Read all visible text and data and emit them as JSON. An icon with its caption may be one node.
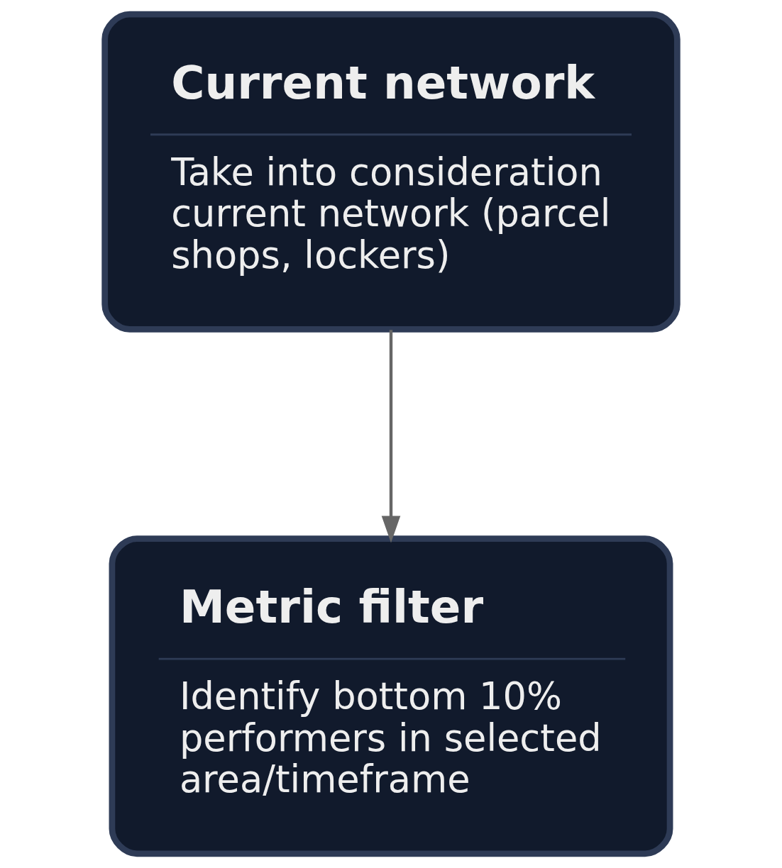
{
  "diagram": {
    "nodes": [
      {
        "text": [
          "Current network",
          "Take into consideration current network (parcel shops, lockers)"
        ]
      },
      {
        "text": [
          "Metric filter",
          "Identify bottom 10% performers in selected area/timeframe"
        ]
      }
    ],
    "edges": [
      {
        "from": 0,
        "to": 1,
        "arrow": "to"
      }
    ]
  }
}
